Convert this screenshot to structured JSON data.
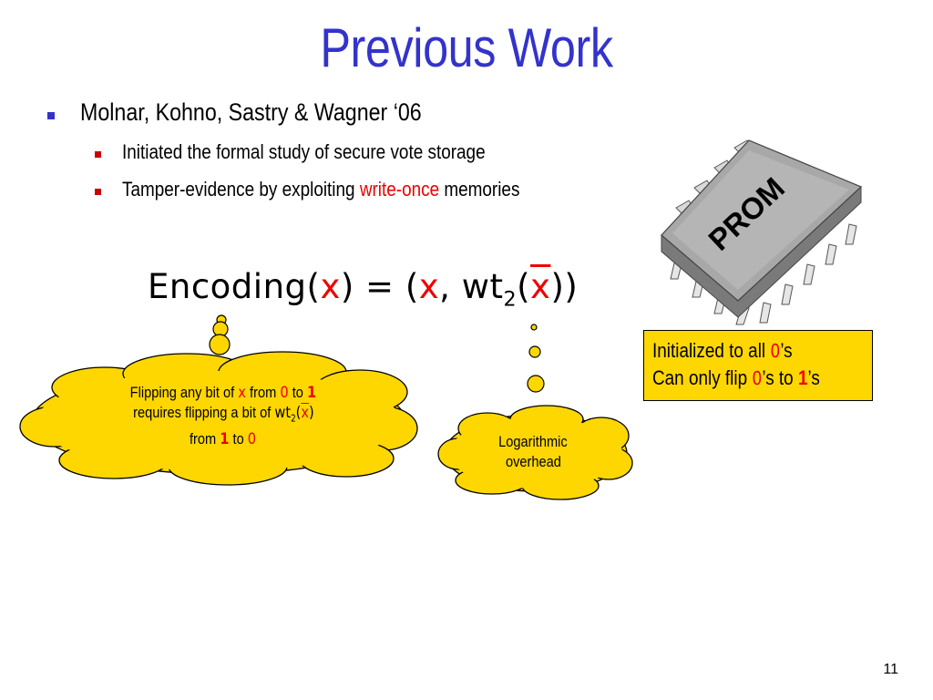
{
  "slide": {
    "title": "Previous Work",
    "page_number": "11"
  },
  "bullets": {
    "main": "Molnar, Kohno, Sastry & Wagner ‘06",
    "sub1": "Initiated the formal study of secure vote storage",
    "sub2_pre": "Tamper-evidence by exploiting ",
    "sub2_em": "write-once",
    "sub2_post": " memories"
  },
  "formula": {
    "name": "Encoding(",
    "var": "x",
    "mid": ") = (",
    "var2": "x",
    "sep": ", wt",
    "sub": "2",
    "open": "(",
    "var3": "x",
    "close": "))"
  },
  "chip": {
    "label": "PROM"
  },
  "prom_box": {
    "line1_pre": "Initialized to all ",
    "line1_zero": "0",
    "line1_post": "’s",
    "line2_pre": "Can only flip ",
    "line2_zero": "0",
    "line2_mid": "’s to ",
    "line2_one": "1",
    "line2_post": "’s"
  },
  "cloud_left": {
    "l1_a": "Flipping any bit of ",
    "l1_x": "x",
    "l1_b": " from ",
    "l1_zero": "0",
    "l1_c": " to ",
    "l1_one": "1",
    "l2_a": "requires flipping a bit of ",
    "l2_wt": "wt",
    "l2_sub": "2",
    "l2_open": "(",
    "l2_x": "x",
    "l2_close": ")",
    "l3_a": "from ",
    "l3_one": "1",
    "l3_b": " to ",
    "l3_zero": "0"
  },
  "cloud_right": {
    "line1": "Logarithmic",
    "line2": "overhead"
  },
  "colors": {
    "title": "#3333cc",
    "accent_red": "#ee0000",
    "cloud_fill": "#ffd700",
    "bullet_blue": "#3333cc"
  }
}
